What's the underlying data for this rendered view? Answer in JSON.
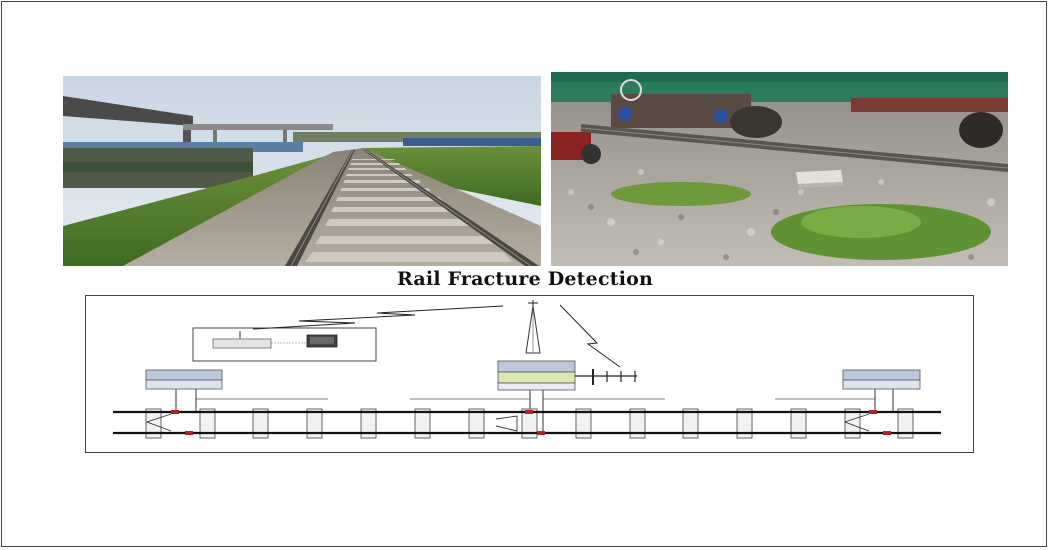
{
  "title": "Rail Fracture Detection",
  "icons": {
    "left_photo": "railway-track-photo",
    "right_photo": "sensor-under-wagon-photo",
    "tower": "antenna-tower-icon",
    "wireless": "wireless-link-icon",
    "base_station": "base-station-icon",
    "sensor_node": "sensor-node-icon"
  },
  "colors": {
    "sensor_box_blue": "#bcc9dc",
    "sensor_box_green": "#dbe8b4",
    "fracture_marker": "#b52025",
    "rail": "#111111"
  }
}
